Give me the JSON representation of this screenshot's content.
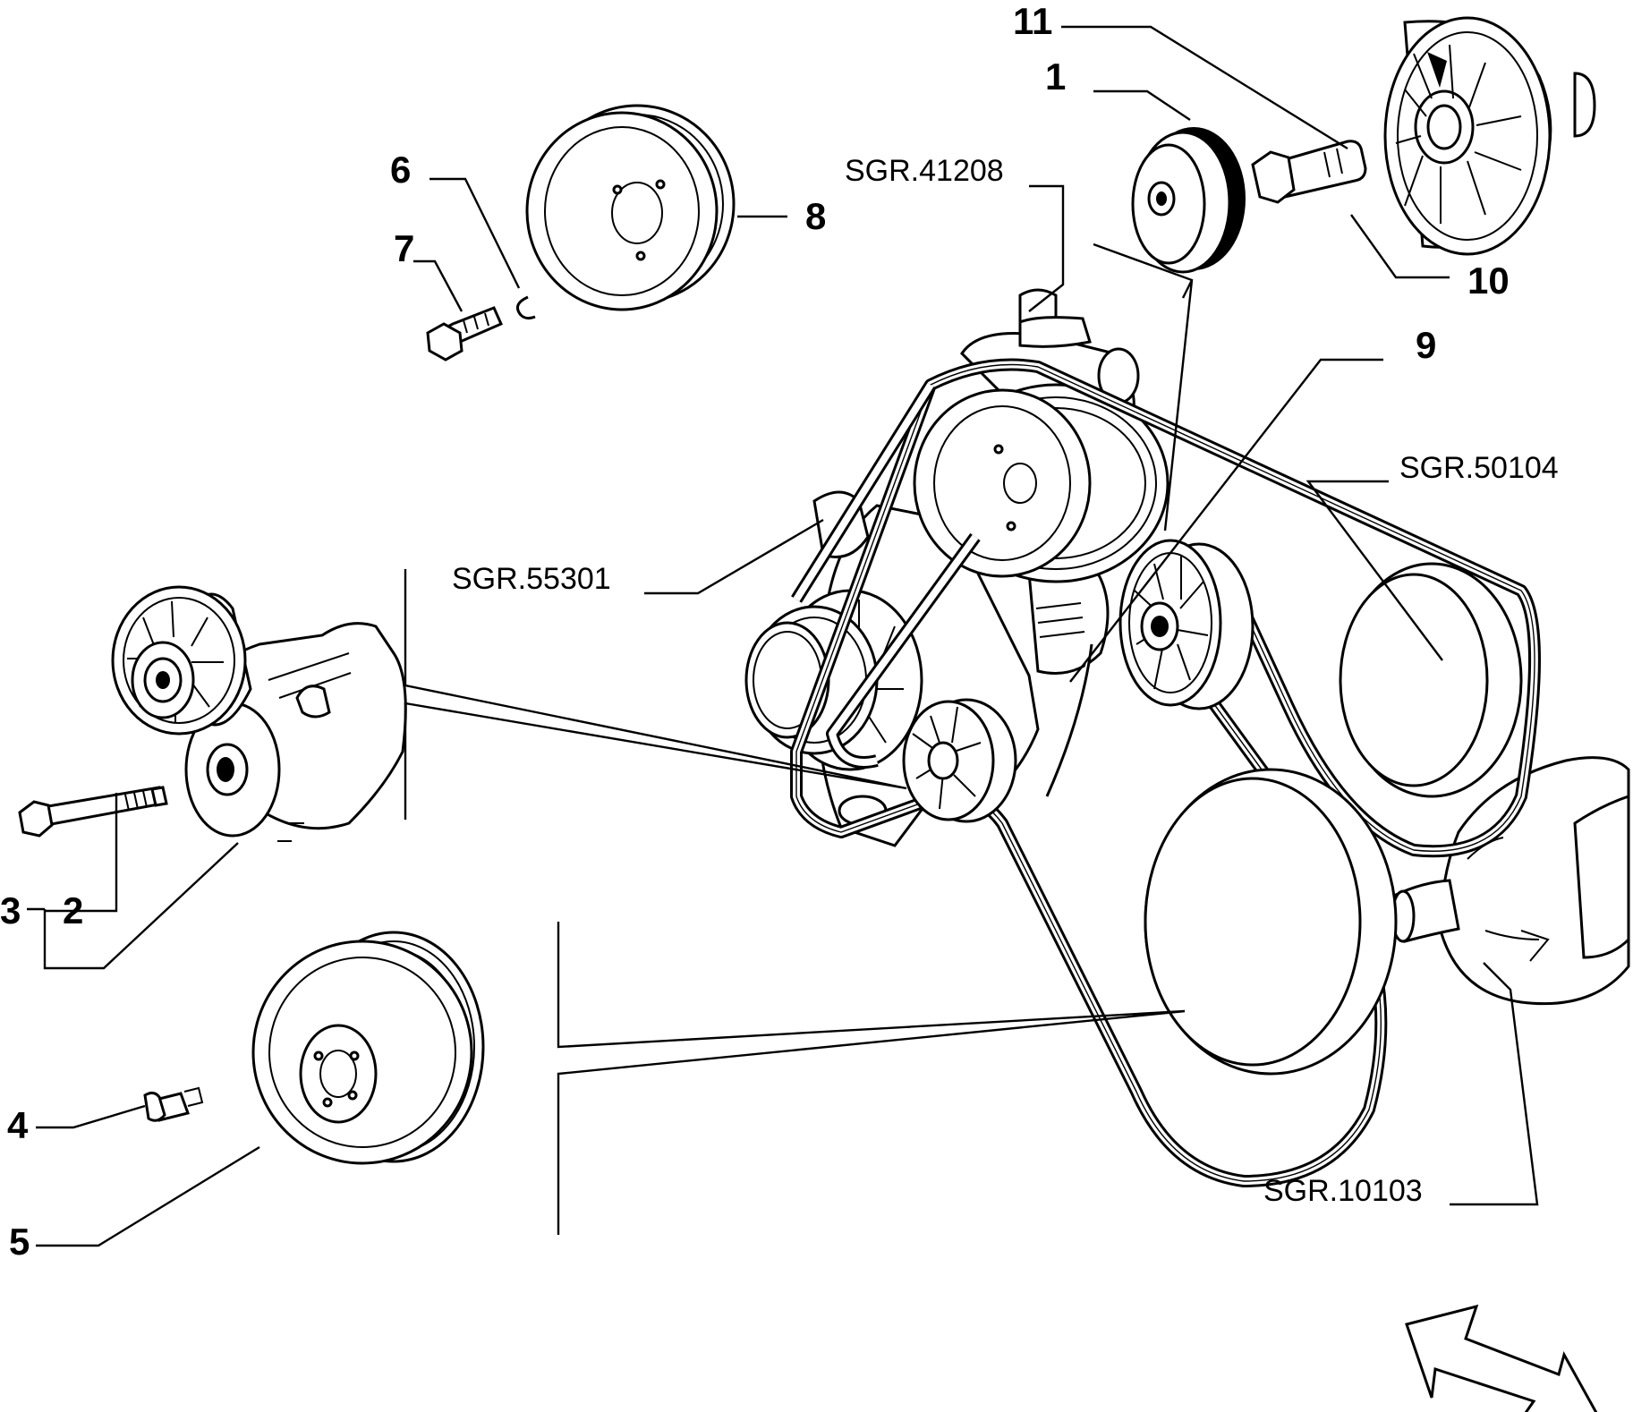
{
  "callouts": {
    "c1": "1",
    "c2": "2",
    "c3": "3",
    "c4": "4",
    "c5": "5",
    "c6": "6",
    "c7": "7",
    "c8": "8",
    "c9": "9",
    "c10": "10",
    "c11": "11"
  },
  "references": {
    "r41208": "SGR.41208",
    "r50104": "SGR.50104",
    "r55301": "SGR.55301",
    "r10103": "SGR.10103"
  }
}
